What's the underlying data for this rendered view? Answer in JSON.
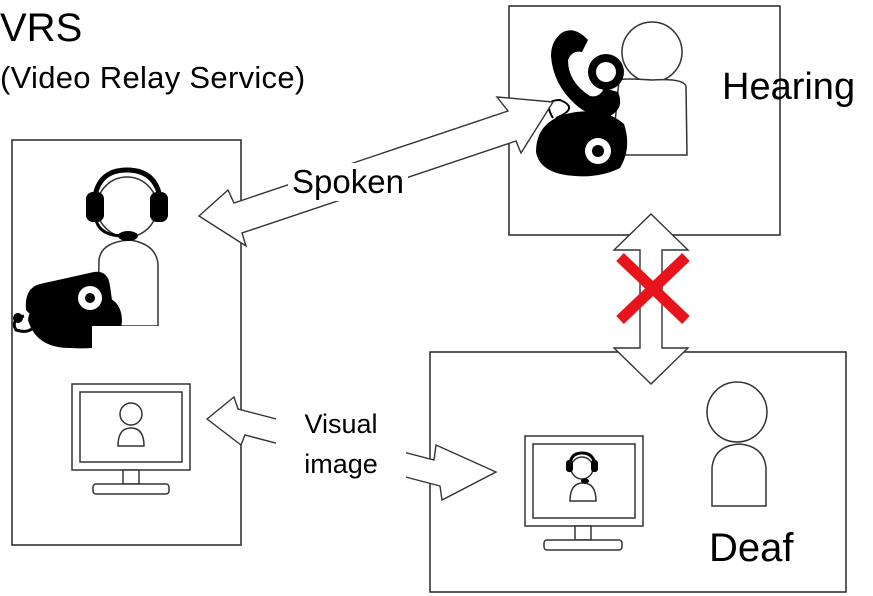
{
  "title": {
    "line1": "VRS",
    "line2": "(Video Relay Service)"
  },
  "labels": {
    "hearing": "Hearing",
    "deaf": "Deaf",
    "spoken": "Spoken",
    "visual_line1": "Visual",
    "visual_line2": "image"
  },
  "colors": {
    "cross": "#e8141b",
    "line": "#333333",
    "icon": "#000000",
    "background": "#ffffff"
  },
  "icons": [
    "telephone-icon",
    "headset-icon",
    "person-icon",
    "monitor-icon",
    "blocked-cross-icon"
  ]
}
